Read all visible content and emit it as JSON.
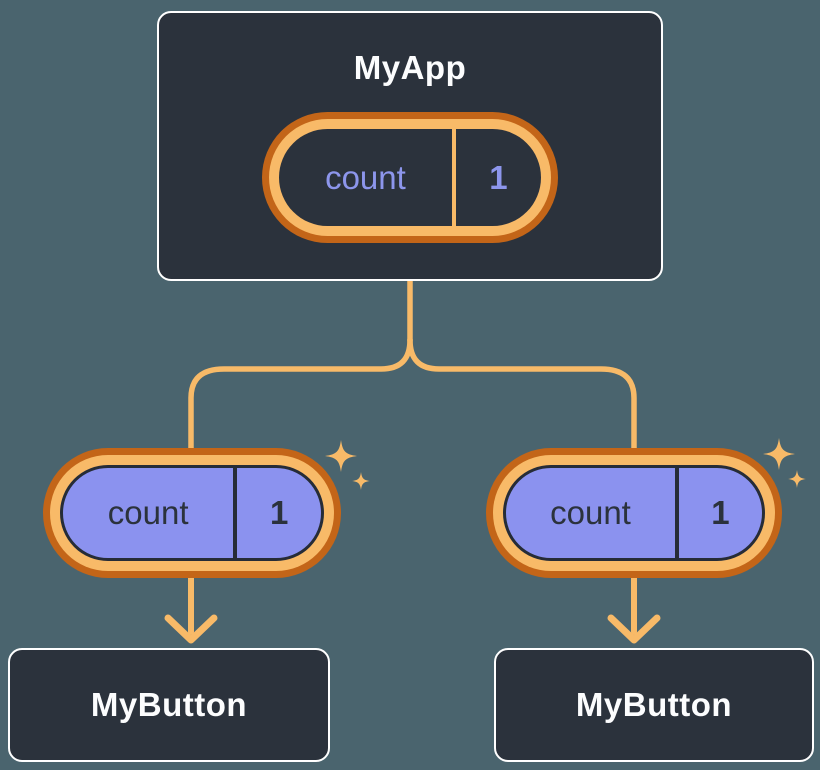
{
  "diagram": {
    "type": "component-tree",
    "root": {
      "title": "MyApp",
      "state_pill": {
        "label": "count",
        "value": "1"
      }
    },
    "children": [
      {
        "title": "MyButton",
        "props_pill": {
          "label": "count",
          "value": "1"
        }
      },
      {
        "title": "MyButton",
        "props_pill": {
          "label": "count",
          "value": "1"
        }
      }
    ],
    "icons": {
      "sparkle": "sparkle-icon"
    },
    "colors": {
      "background": "#4A646E",
      "node_fill": "#2B323C",
      "node_border": "#FFFFFF",
      "node_text": "#FCFDFE",
      "accent_orange_dark": "#C36518",
      "accent_orange_light": "#F8BA68",
      "pill_purple_fill": "#8B92EF",
      "pill_purple_text": "#8D96EC",
      "pill_dark_text": "#2B323C"
    }
  }
}
